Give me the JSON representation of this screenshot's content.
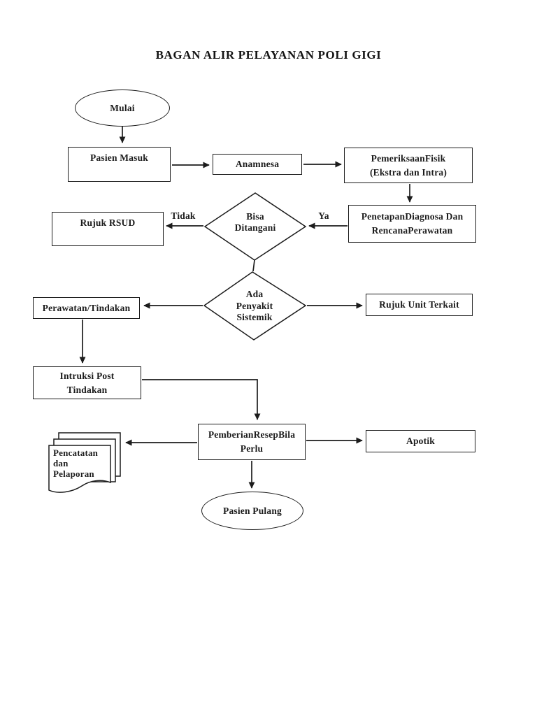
{
  "title": "BAGAN ALIR PELAYANAN POLI GIGI",
  "flowchart": {
    "nodes": {
      "mulai": {
        "shape": "ellipse",
        "label": "Mulai"
      },
      "pasien_masuk": {
        "shape": "rect",
        "label": "Pasien Masuk"
      },
      "anamnesa": {
        "shape": "rect",
        "label": "Anamnesa"
      },
      "pemeriksaan_fisik": {
        "shape": "rect",
        "label": "PemeriksaanFisik\n(Ekstra dan Intra)"
      },
      "penetapan_diagnosa": {
        "shape": "rect",
        "label": "PenetapanDiagnosa Dan\nRencanaPerawatan"
      },
      "bisa_ditangani": {
        "shape": "diamond",
        "label": "Bisa\nDitangani"
      },
      "rujuk_rsud": {
        "shape": "rect",
        "label": "Rujuk RSUD"
      },
      "ada_penyakit_sistemik": {
        "shape": "diamond",
        "label": "Ada\nPenyakit\nSistemik"
      },
      "perawatan_tindakan": {
        "shape": "rect",
        "label": "Perawatan/Tindakan"
      },
      "rujuk_unit_terkait": {
        "shape": "rect",
        "label": "Rujuk Unit Terkait"
      },
      "intruksi_post": {
        "shape": "rect",
        "label": "Intruksi Post\nTindakan"
      },
      "pemberian_resep": {
        "shape": "rect",
        "label": "PemberianResepBila\nPerlu"
      },
      "apotik": {
        "shape": "rect",
        "label": "Apotik"
      },
      "pencatatan_pelaporan": {
        "shape": "document",
        "label": "Pencatatan\ndan\nPelaporan"
      },
      "pasien_pulang": {
        "shape": "ellipse",
        "label": "Pasien Pulang"
      }
    },
    "edge_labels": {
      "tidak": "Tidak",
      "ya": "Ya"
    },
    "edges": [
      {
        "from": "mulai",
        "to": "pasien_masuk"
      },
      {
        "from": "pasien_masuk",
        "to": "anamnesa"
      },
      {
        "from": "anamnesa",
        "to": "pemeriksaan_fisik"
      },
      {
        "from": "pemeriksaan_fisik",
        "to": "penetapan_diagnosa"
      },
      {
        "from": "penetapan_diagnosa",
        "to": "bisa_ditangani",
        "label": "Ya"
      },
      {
        "from": "bisa_ditangani",
        "to": "rujuk_rsud",
        "label": "Tidak"
      },
      {
        "from": "bisa_ditangani",
        "to": "ada_penyakit_sistemik"
      },
      {
        "from": "ada_penyakit_sistemik",
        "to": "perawatan_tindakan"
      },
      {
        "from": "ada_penyakit_sistemik",
        "to": "rujuk_unit_terkait"
      },
      {
        "from": "perawatan_tindakan",
        "to": "intruksi_post"
      },
      {
        "from": "intruksi_post",
        "to": "pemberian_resep"
      },
      {
        "from": "pemberian_resep",
        "to": "apotik"
      },
      {
        "from": "pemberian_resep",
        "to": "pencatatan_pelaporan"
      },
      {
        "from": "pemberian_resep",
        "to": "pasien_pulang"
      }
    ],
    "colors": {
      "line": "#1c1c1c",
      "background": "#ffffff"
    }
  }
}
